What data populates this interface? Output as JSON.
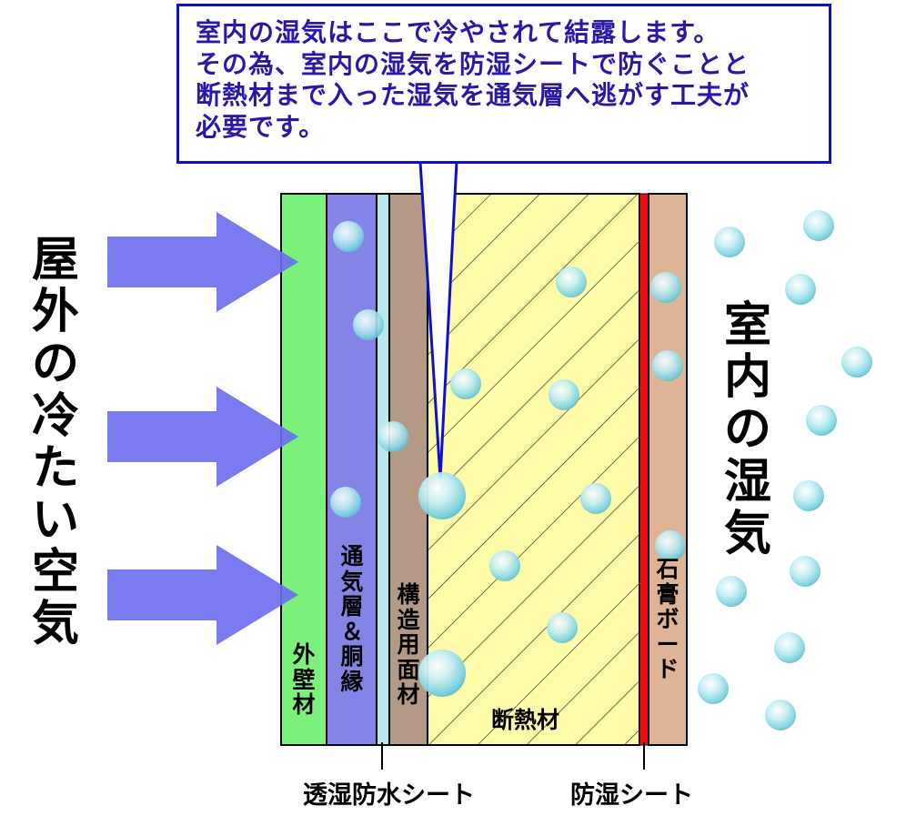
{
  "callout": {
    "lines": [
      "室内の湿気はここで冷やされて結露します。",
      "その為、室内の湿気を防湿シートで防ぐことと",
      "断熱材まで入った湿気を通気層へ逃がす工夫が",
      "必要です。"
    ]
  },
  "left_label": "屋外の冷たい空気",
  "right_label": "室内の湿気",
  "layers": {
    "exterior_wall": "外壁材",
    "ventilation": "通気層＆胴縁",
    "structural": "構造用面材",
    "insulation": "断熱材",
    "gypsum": "石膏ボード"
  },
  "sheets": {
    "breathable_waterproof": "透湿防水シート",
    "vapor_barrier": "防湿シート"
  },
  "colors": {
    "exterior_wall": "#7cf07c",
    "ventilation": "#8484e6",
    "breathable_sheet": "#b8e8ec",
    "structural": "#b49a86",
    "insulation": "#fdfaa8",
    "vapor_barrier": "#ee1010",
    "gypsum": "#deb496",
    "arrow": "#6c6cf0",
    "callout_border": "#1010c8",
    "callout_text": "#2a18a8"
  }
}
